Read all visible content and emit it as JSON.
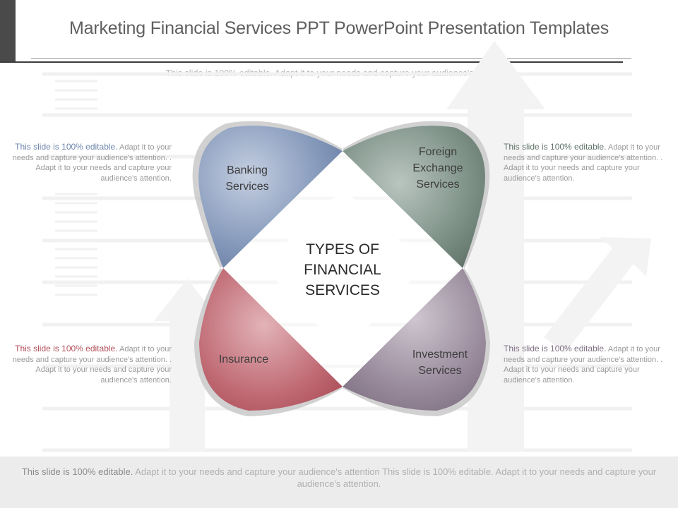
{
  "slide": {
    "title": "Marketing Financial Services PPT PowerPoint Presentation Templates",
    "subtitle": "This slide is 100% editable. Adapt it to your needs and capture your audience's attention."
  },
  "diagram": {
    "center_label": "TYPES OF FINANCIAL SERVICES",
    "petals": [
      {
        "label": "Banking Services",
        "color": "#6e86ab"
      },
      {
        "label": "Foreign Exchange Services",
        "color": "#6b8177"
      },
      {
        "label": "Insurance",
        "color": "#b24f5a"
      },
      {
        "label": "Investment Services",
        "color": "#8a7b8d"
      }
    ]
  },
  "notes": [
    {
      "lead": "This slide is 100% editable.",
      "rest": "Adapt it to your needs and capture your audience's attention. . Adapt it to your needs and capture your audience's attention.",
      "color": "#6e86ab"
    },
    {
      "lead": "This slide is 100% editable.",
      "rest": "Adapt it to your needs and capture your audience's attention. . Adapt it to your needs and capture your audience's attention.",
      "color": "#5f7268"
    },
    {
      "lead": "This slide is 100% editable.",
      "rest": "Adapt it to your needs and capture your audience's attention. . Adapt it to your needs and capture your audience's attention.",
      "color": "#b24f5a"
    },
    {
      "lead": "This slide is 100% editable.",
      "rest": "Adapt it to your needs and capture your audience's attention. . Adapt it to your needs and capture your audience's attention.",
      "color": "#7e7083"
    }
  ],
  "footer": {
    "lead": "This slide is 100% editable.",
    "rest": "Adapt it to your needs and capture your audience's attention This slide is 100% editable. Adapt it to your needs and capture your audience's attention."
  }
}
